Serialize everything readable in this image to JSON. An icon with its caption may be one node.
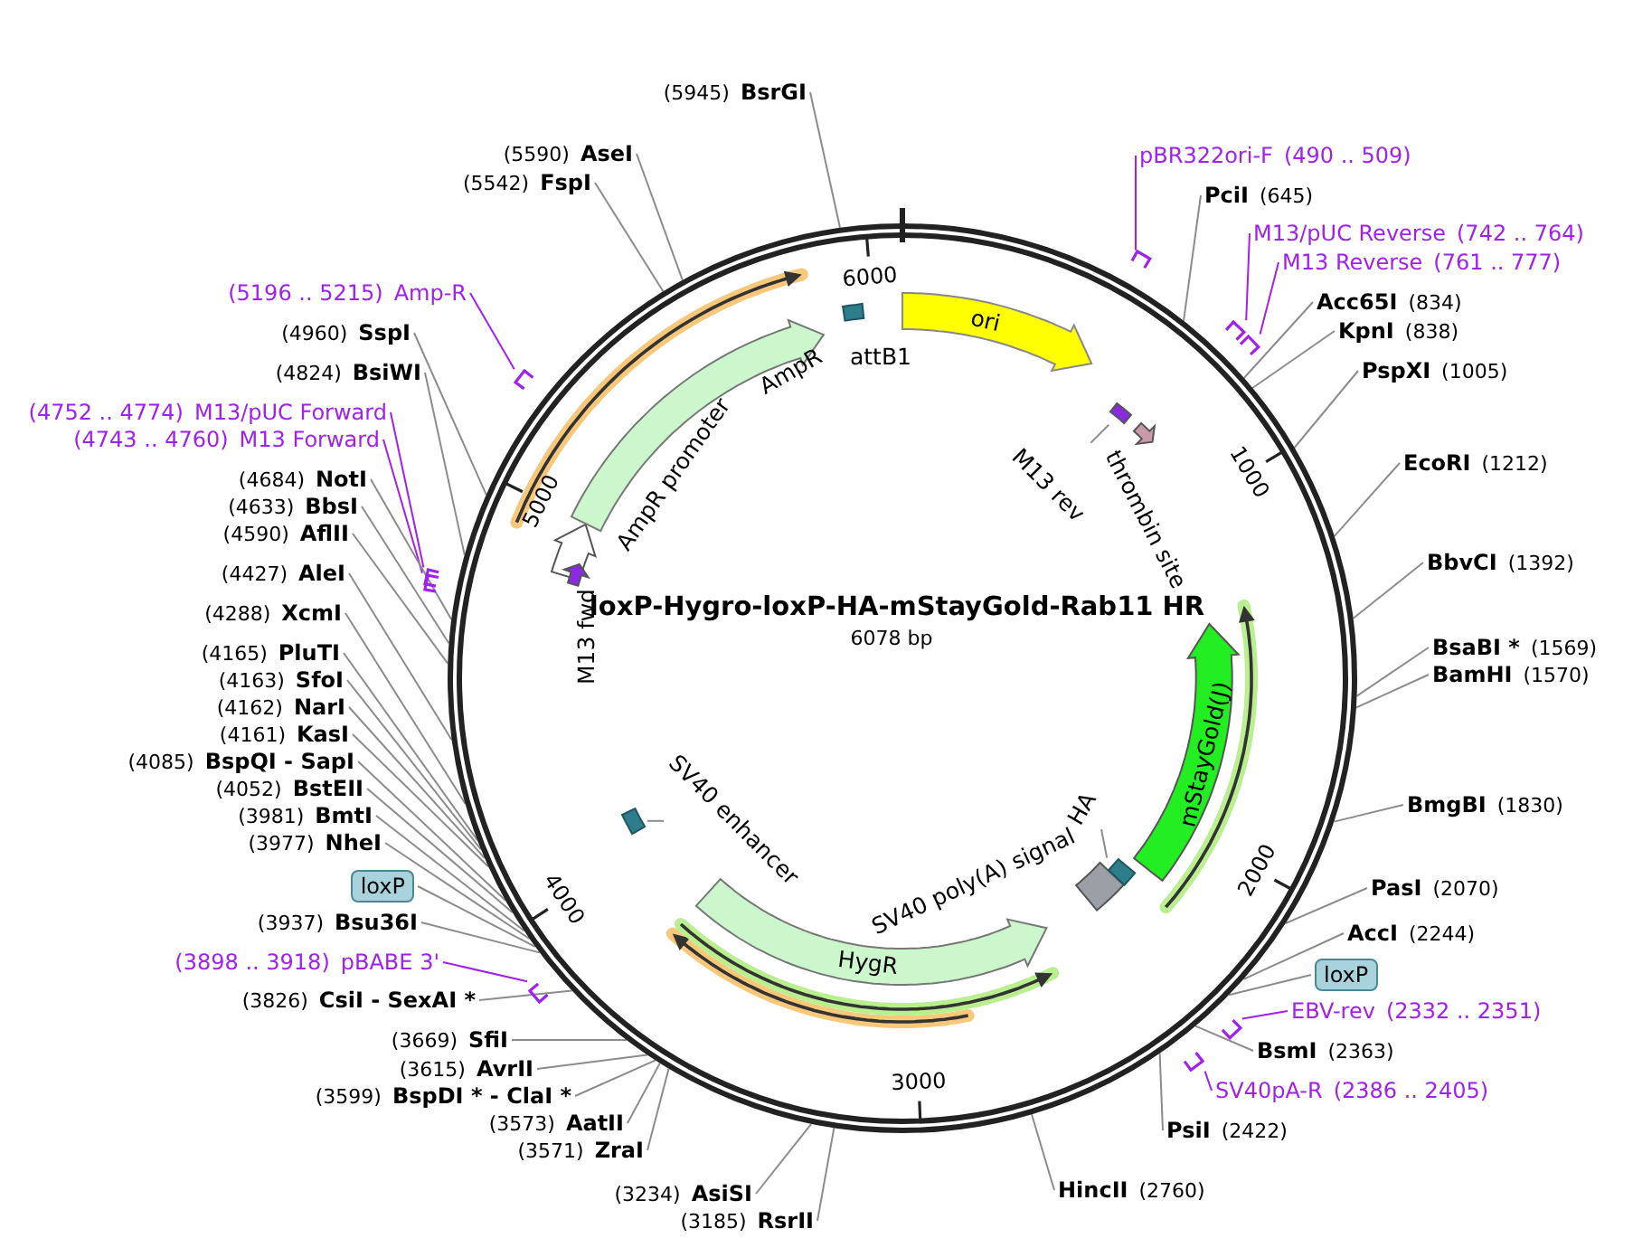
{
  "diagram": {
    "title": "loxP-Hygro-loxP-HA-mStayGold-Rab11 HR",
    "nodes": [
      {
        "text": [
          "(5945)",
          "BsrGI"
        ]
      },
      {
        "text": [
          "(5590)",
          "AseI"
        ]
      },
      {
        "text": [
          "(5542)",
          "FspI"
        ]
      },
      {
        "text": [
          "(5196 .. 5215)",
          "Amp-R"
        ]
      },
      {
        "text": [
          "(4960)",
          "SspI"
        ]
      },
      {
        "text": [
          "(4824)",
          "BsiWI"
        ]
      },
      {
        "text": [
          "(4752 .. 4774)",
          "M13/pUC Forward"
        ]
      },
      {
        "text": [
          "(4743 .. 4760)",
          "M13 Forward"
        ]
      },
      {
        "text": [
          "(4684)",
          "NotI"
        ]
      },
      {
        "text": [
          "(4633)",
          "BbsI"
        ]
      },
      {
        "text": [
          "(4590)",
          "AflII"
        ]
      },
      {
        "text": [
          "(4427)",
          "AleI"
        ]
      },
      {
        "text": [
          "(4288)",
          "XcmI"
        ]
      },
      {
        "text": [
          "(4165)",
          "PluTI"
        ]
      },
      {
        "text": [
          "(4163)",
          "SfoI"
        ]
      },
      {
        "text": [
          "(4162)",
          "NarI"
        ]
      },
      {
        "text": [
          "(4161)",
          "KasI"
        ]
      },
      {
        "text": [
          "(4085)",
          "BspQI - SapI"
        ]
      },
      {
        "text": [
          "(4052)",
          "BstEII"
        ]
      },
      {
        "text": [
          "(3981)",
          "BmtI"
        ]
      },
      {
        "text": [
          "(3977)",
          "NheI"
        ]
      },
      {
        "text": [
          "loxP"
        ]
      },
      {
        "text": [
          "(3937)",
          "Bsu36I"
        ]
      },
      {
        "text": [
          "(3898 .. 3918)",
          "pBABE 3'"
        ]
      },
      {
        "text": [
          "(3826)",
          "CsiI - SexAI *"
        ]
      },
      {
        "text": [
          "(3669)",
          "SfiI"
        ]
      },
      {
        "text": [
          "(3615)",
          "AvrII"
        ]
      },
      {
        "text": [
          "(3599)",
          "BspDI * - ClaI *"
        ]
      },
      {
        "text": [
          "(3573)",
          "AatII"
        ]
      },
      {
        "text": [
          "(3571)",
          "ZraI"
        ]
      },
      {
        "text": [
          "(3234)",
          "AsiSI"
        ]
      },
      {
        "text": [
          "(3185)",
          "RsrII"
        ]
      },
      {
        "text": [
          "HincII",
          "(2760)"
        ]
      },
      {
        "text": [
          "PsiI",
          "(2422)"
        ]
      },
      {
        "text": [
          "SV40pA-R",
          "(2386 .. 2405)"
        ]
      },
      {
        "text": [
          "BsmI",
          "(2363)"
        ]
      },
      {
        "text": [
          "EBV-rev",
          "(2332 .. 2351)"
        ]
      },
      {
        "text": [
          "loxP"
        ]
      },
      {
        "text": [
          "AccI",
          "(2244)"
        ]
      },
      {
        "text": [
          "PasI",
          "(2070)"
        ]
      },
      {
        "text": [
          "BmgBI",
          "(1830)"
        ]
      },
      {
        "text": [
          "BsaBI *",
          "(1569)"
        ]
      },
      {
        "text": [
          "BamHI",
          "(1570)"
        ]
      },
      {
        "text": [
          "BbvCI",
          "(1392)"
        ]
      },
      {
        "text": [
          "EcoRI",
          "(1212)"
        ]
      },
      {
        "text": [
          "PspXI",
          "(1005)"
        ]
      },
      {
        "text": [
          "KpnI",
          "(838)"
        ]
      },
      {
        "text": [
          "Acc65I",
          "(834)"
        ]
      },
      {
        "text": [
          "M13 Reverse",
          "(761 .. 777)"
        ]
      },
      {
        "text": [
          "M13/pUC Reverse",
          "(742 .. 764)"
        ]
      },
      {
        "text": [
          "PciI",
          "(645)"
        ]
      },
      {
        "text": [
          "pBR322ori-F",
          "(490 .. 509)"
        ]
      },
      {
        "text": [
          "AmpR promoter"
        ]
      },
      {
        "text": [
          "AmpR"
        ]
      },
      {
        "text": [
          "attB1"
        ]
      },
      {
        "text": [
          "ori"
        ]
      },
      {
        "text": [
          "M13 rev"
        ]
      },
      {
        "text": [],
        "shape": "box"
      },
      {
        "text": [
          "thrombin site"
        ]
      },
      {
        "text": [
          "M13 fwd"
        ]
      },
      {
        "text": [
          "SV40 enhancer"
        ]
      },
      {
        "text": [],
        "shape": "box"
      },
      {
        "text": [
          "HygR"
        ]
      },
      {
        "text": [
          "SV40 poly(A) signal"
        ]
      },
      {
        "text": [
          "HA"
        ]
      },
      {
        "text": [],
        "shape": "box"
      },
      {
        "text": [
          "mStayGold(J)"
        ]
      },
      {
        "text": [],
        "shape": "bar"
      },
      {
        "text": [],
        "shape": "bar"
      },
      {
        "text": [],
        "shape": "bar"
      },
      {
        "text": [],
        "shape": "bar"
      },
      {
        "text": [],
        "shape": "bar"
      },
      {
        "text": [],
        "shape": "bar"
      },
      {
        "text": [],
        "shape": "bar"
      },
      {
        "text": [],
        "shape": "bar"
      },
      {
        "text": [],
        "shape": "bar"
      }
    ],
    "edges": [
      {
        "from": 0,
        "to": null,
        "arrow": "none"
      },
      {
        "from": 1,
        "to": null,
        "arrow": "none"
      },
      {
        "from": 2,
        "to": null,
        "arrow": "none"
      },
      {
        "from": 3,
        "to": 67,
        "arrow": "none",
        "color": "#a020f0"
      },
      {
        "from": 4,
        "to": null,
        "arrow": "none"
      },
      {
        "from": 5,
        "to": null,
        "arrow": "none"
      },
      {
        "from": 6,
        "to": 68,
        "arrow": "none",
        "color": "#a020f0"
      },
      {
        "from": 7,
        "to": 69,
        "arrow": "none",
        "color": "#a020f0"
      },
      {
        "from": 8,
        "to": null,
        "arrow": "none"
      },
      {
        "from": 9,
        "to": null,
        "arrow": "none"
      },
      {
        "from": 10,
        "to": null,
        "arrow": "none"
      },
      {
        "from": 11,
        "to": null,
        "arrow": "none"
      },
      {
        "from": 12,
        "to": null,
        "arrow": "none"
      },
      {
        "from": 13,
        "to": null,
        "arrow": "none"
      },
      {
        "from": 14,
        "to": null,
        "arrow": "none"
      },
      {
        "from": 15,
        "to": null,
        "arrow": "none"
      },
      {
        "from": 16,
        "to": null,
        "arrow": "none"
      },
      {
        "from": 17,
        "to": null,
        "arrow": "none"
      },
      {
        "from": 18,
        "to": null,
        "arrow": "none"
      },
      {
        "from": 19,
        "to": null,
        "arrow": "none"
      },
      {
        "from": 20,
        "to": null,
        "arrow": "none"
      },
      {
        "from": 21,
        "to": null,
        "arrow": "none"
      },
      {
        "from": 22,
        "to": null,
        "arrow": "none"
      },
      {
        "from": 23,
        "to": 70,
        "arrow": "none",
        "color": "#a020f0"
      },
      {
        "from": 24,
        "to": null,
        "arrow": "none"
      },
      {
        "from": 25,
        "to": null,
        "arrow": "none"
      },
      {
        "from": 26,
        "to": null,
        "arrow": "none"
      },
      {
        "from": 27,
        "to": null,
        "arrow": "none"
      },
      {
        "from": 28,
        "to": null,
        "arrow": "none"
      },
      {
        "from": 29,
        "to": null,
        "arrow": "none"
      },
      {
        "from": 30,
        "to": null,
        "arrow": "none"
      },
      {
        "from": 31,
        "to": null,
        "arrow": "none"
      },
      {
        "from": 32,
        "to": null,
        "arrow": "none"
      },
      {
        "from": 33,
        "to": null,
        "arrow": "none"
      },
      {
        "from": 34,
        "to": 71,
        "arrow": "none",
        "color": "#a020f0"
      },
      {
        "from": 35,
        "to": null,
        "arrow": "none"
      },
      {
        "from": 36,
        "to": 72,
        "arrow": "none",
        "color": "#a020f0"
      },
      {
        "from": 37,
        "to": null,
        "arrow": "none"
      },
      {
        "from": 38,
        "to": null,
        "arrow": "none"
      },
      {
        "from": 39,
        "to": null,
        "arrow": "none"
      },
      {
        "from": 40,
        "to": null,
        "arrow": "none"
      },
      {
        "from": 41,
        "to": null,
        "arrow": "none"
      },
      {
        "from": 42,
        "to": null,
        "arrow": "none"
      },
      {
        "from": 43,
        "to": null,
        "arrow": "none"
      },
      {
        "from": 44,
        "to": null,
        "arrow": "none"
      },
      {
        "from": 45,
        "to": null,
        "arrow": "none"
      },
      {
        "from": 46,
        "to": null,
        "arrow": "none"
      },
      {
        "from": 47,
        "to": null,
        "arrow": "none"
      },
      {
        "from": 48,
        "to": 73,
        "arrow": "none",
        "color": "#a020f0"
      },
      {
        "from": 49,
        "to": 74,
        "arrow": "none",
        "color": "#a020f0"
      },
      {
        "from": 50,
        "to": null,
        "arrow": "none"
      },
      {
        "from": 51,
        "to": 75,
        "arrow": "none",
        "color": "#a020f0"
      },
      {
        "from": 56,
        "to": 57,
        "arrow": "none"
      },
      {
        "from": 60,
        "to": 61,
        "arrow": "none"
      },
      {
        "from": 64,
        "to": 65,
        "arrow": "none"
      }
    ],
    "labels": [
      "6000",
      "1000",
      "2000",
      "3000",
      "4000",
      "5000",
      "6078 bp"
    ]
  }
}
